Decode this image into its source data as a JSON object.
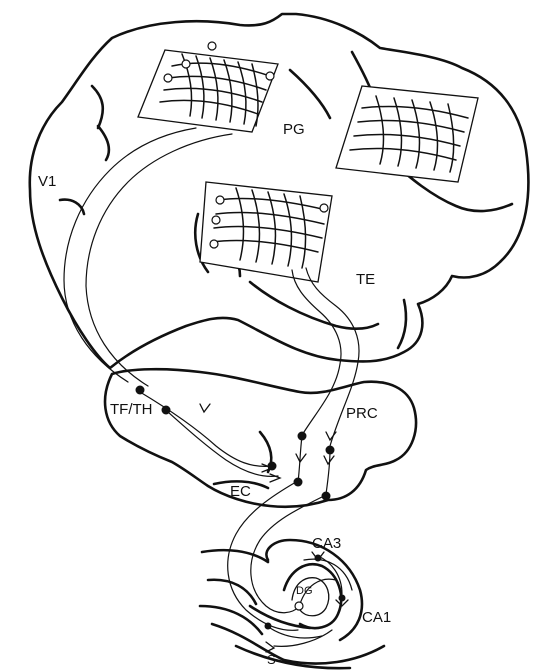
{
  "labels": {
    "pg": "PG",
    "v1": "V1",
    "te": "TE",
    "tfth": "TF/TH",
    "prc": "PRC",
    "ec": "EC",
    "ca3": "CA3",
    "dg": "DG",
    "ca1": "CA1",
    "s": "S"
  }
}
